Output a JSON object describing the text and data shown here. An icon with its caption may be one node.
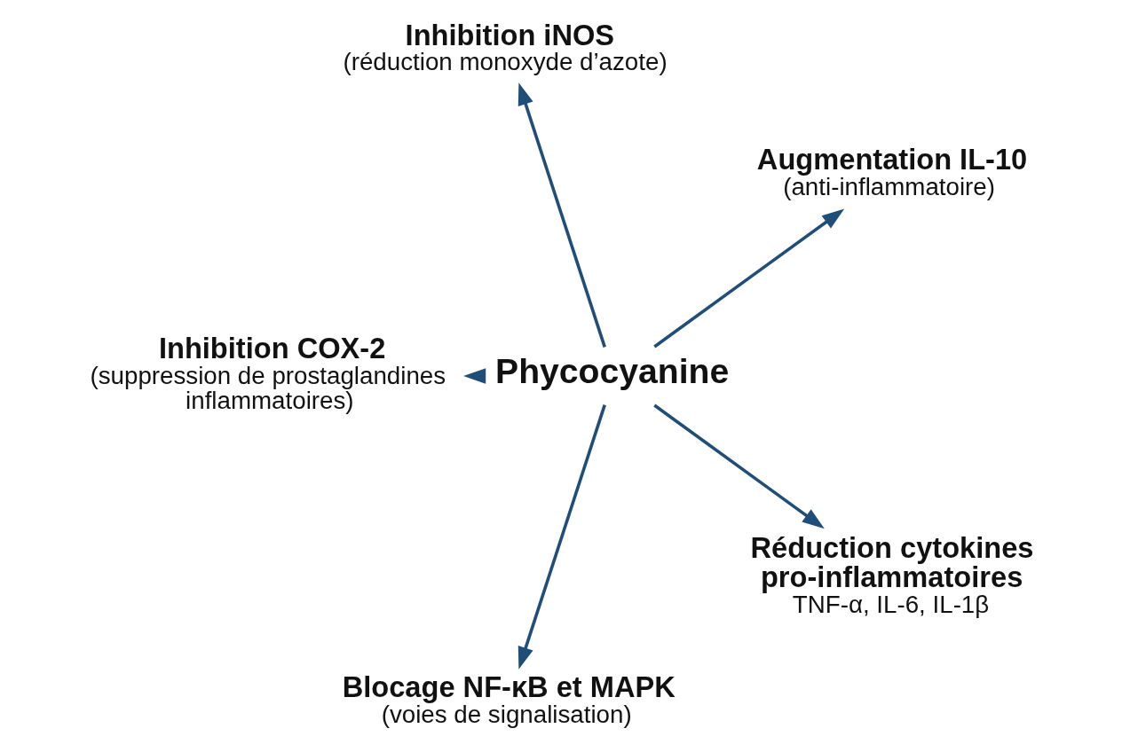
{
  "diagram": {
    "nodes": [
      {
        "text": [
          "Phycocyanine"
        ]
      },
      {
        "text": [
          "Inhibition COX-2",
          "(suppression de prostaglandines inflammatoires)"
        ]
      },
      {
        "text": [
          "Inhibition iNOS",
          "(réduction monoxyde d’azote)"
        ]
      },
      {
        "text": [
          "Augmentation IL-10",
          "(anti-inflammatoire)"
        ]
      },
      {
        "text": [
          "Blocage NF-κB et MAPK",
          "(voies de signalisation)"
        ]
      },
      {
        "text": [
          "Réduction cytokines pro-inflammatoires",
          "TNF-α, IL-6, IL-1β"
        ]
      }
    ],
    "edges": [
      {
        "from": 0,
        "to": 1,
        "arrow": "to"
      },
      {
        "from": 0,
        "to": 2,
        "arrow": "to"
      },
      {
        "from": 0,
        "to": 3,
        "arrow": "to"
      },
      {
        "from": 0,
        "to": 4,
        "arrow": "to"
      },
      {
        "from": 0,
        "to": 5,
        "arrow": "to"
      }
    ]
  }
}
